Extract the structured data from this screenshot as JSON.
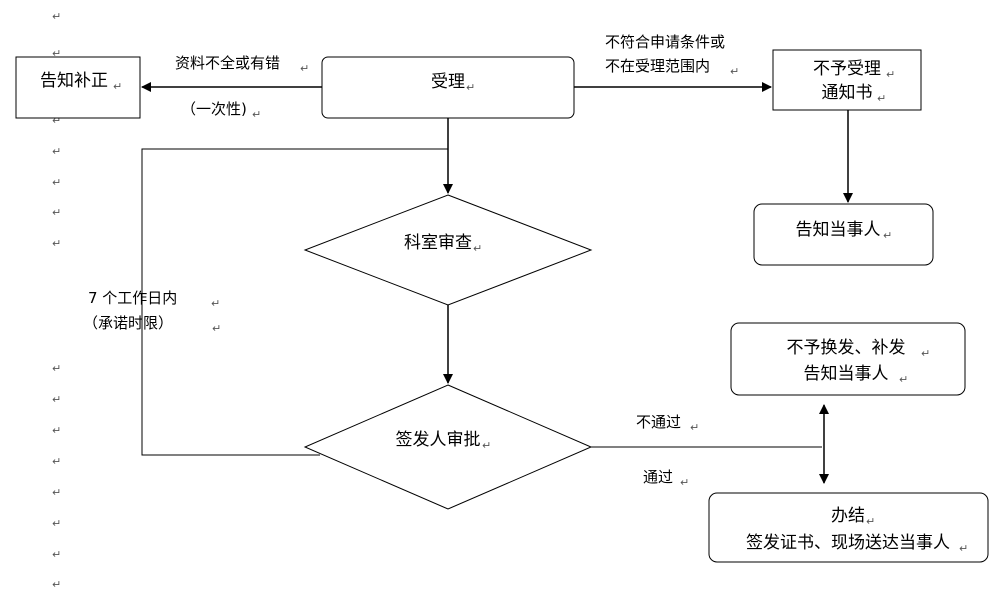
{
  "nodes": {
    "accept": "受理",
    "notify_correct": "告知补正",
    "reject_notice_l1": "不予受理",
    "reject_notice_l2": "通知书",
    "notify_party": "告知当事人",
    "section_review": "科室审查",
    "signer_approve": "签发人审批",
    "no_replace_l1": "不予换发、补发",
    "no_replace_l2": "告知当事人",
    "complete_l1": "办结",
    "complete_l2": "签发证书、现场送达当事人"
  },
  "edge_labels": {
    "incomplete": "资料不全或有错",
    "once": "（一次性)",
    "not_eligible_l1": "不符合申请条件或",
    "not_eligible_l2": "不在受理范围内",
    "time_limit_l1": "7 个工作日内",
    "time_limit_l2": "（承诺时限）",
    "not_pass": "不通过",
    "pass": "通过"
  },
  "return_mark": "↵"
}
